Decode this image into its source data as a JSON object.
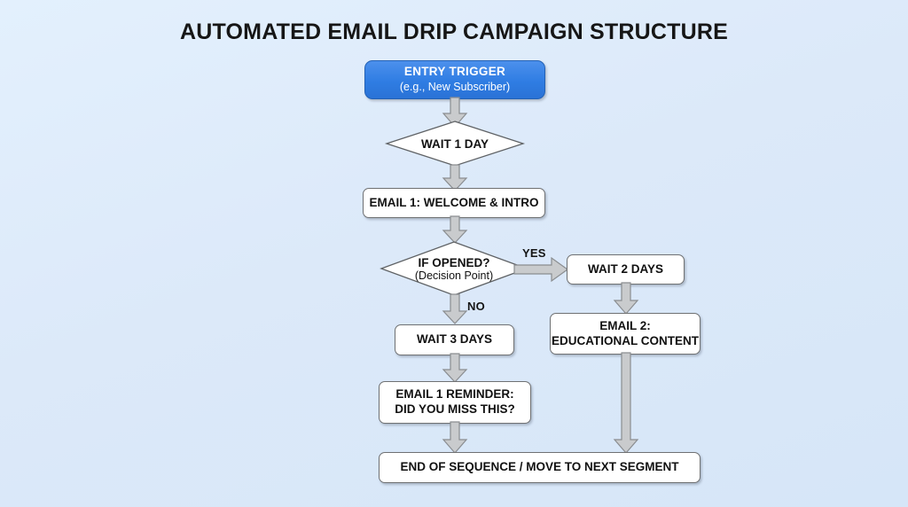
{
  "page": {
    "title": "AUTOMATED EMAIL DRIP CAMPAIGN STRUCTURE",
    "background_color": "#dce9f9",
    "accent_color": "#2f7de3",
    "node_fill": "#ffffff",
    "node_border": "#6f7173",
    "arrow_fill": "#c9cbcd",
    "arrow_border": "#8a8d90"
  },
  "nodes": {
    "entry_trigger": {
      "line1": "ENTRY TRIGGER",
      "line2": "(e.g., New Subscriber)",
      "shape": "rounded-rectangle"
    },
    "wait_1_day": {
      "label": "WAIT 1 DAY",
      "shape": "diamond"
    },
    "email_1": {
      "label": "EMAIL 1: WELCOME & INTRO",
      "shape": "rounded-rectangle"
    },
    "if_opened": {
      "line1": "IF OPENED?",
      "line2": "(Decision Point)",
      "shape": "diamond"
    },
    "wait_2_days": {
      "label": "WAIT 2 DAYS",
      "shape": "rounded-rectangle"
    },
    "email_2": {
      "line1": "EMAIL 2:",
      "line2": "EDUCATIONAL CONTENT",
      "shape": "rounded-rectangle"
    },
    "wait_3_days": {
      "label": "WAIT 3 DAYS",
      "shape": "rounded-rectangle"
    },
    "email_1_reminder": {
      "line1": "EMAIL 1 REMINDER:",
      "line2": "DID YOU MISS THIS?",
      "shape": "rounded-rectangle"
    },
    "end_of_sequence": {
      "label": "END OF SEQUENCE / MOVE TO NEXT SEGMENT",
      "shape": "rounded-rectangle"
    }
  },
  "edges": {
    "yes_label": "YES",
    "no_label": "NO"
  }
}
